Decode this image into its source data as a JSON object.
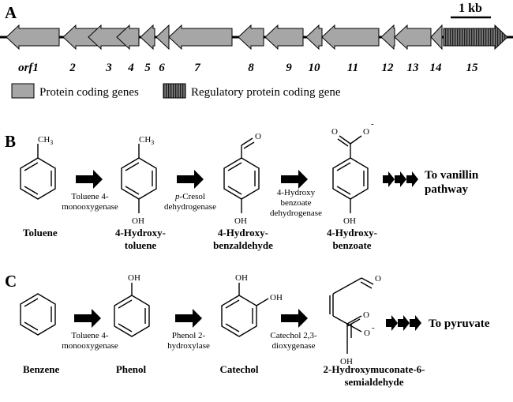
{
  "panels": {
    "a": "A",
    "b": "B",
    "c": "C"
  },
  "gene_cluster": {
    "scale_bar_label": "1 kb",
    "genes": [
      {
        "label": "orf1",
        "type": "protein",
        "direction": "left"
      },
      {
        "label": "2",
        "type": "protein",
        "direction": "left"
      },
      {
        "label": "3",
        "type": "protein",
        "direction": "left"
      },
      {
        "label": "4",
        "type": "protein",
        "direction": "left"
      },
      {
        "label": "5",
        "type": "protein",
        "direction": "left"
      },
      {
        "label": "6",
        "type": "protein",
        "direction": "left"
      },
      {
        "label": "7",
        "type": "protein",
        "direction": "left"
      },
      {
        "label": "8",
        "type": "protein",
        "direction": "left"
      },
      {
        "label": "9",
        "type": "protein",
        "direction": "left"
      },
      {
        "label": "10",
        "type": "protein",
        "direction": "left"
      },
      {
        "label": "11",
        "type": "protein",
        "direction": "left"
      },
      {
        "label": "12",
        "type": "protein",
        "direction": "left"
      },
      {
        "label": "13",
        "type": "protein",
        "direction": "left"
      },
      {
        "label": "14",
        "type": "protein",
        "direction": "left"
      },
      {
        "label": "15",
        "type": "regulatory",
        "direction": "right"
      }
    ],
    "legend": {
      "protein": "Protein coding genes",
      "regulatory": "Regulatory protein coding gene"
    }
  },
  "pathway_b": {
    "compounds": [
      {
        "name_1": "Toluene",
        "name_2": ""
      },
      {
        "name_1": "4-Hydroxy-",
        "name_2": "toluene"
      },
      {
        "name_1": "4-Hydroxy-",
        "name_2": "benzaldehyde"
      },
      {
        "name_1": "4-Hydroxy-",
        "name_2": "benzoate"
      }
    ],
    "enzymes": [
      {
        "line_1": "Toluene 4-",
        "line_2": "monooxygenase",
        "line_3": ""
      },
      {
        "line_1_italic": "p",
        "line_1": "-Cresol",
        "line_2": "dehydrogenase",
        "line_3": ""
      },
      {
        "line_1": "4-Hydroxy",
        "line_2": "benzoate",
        "line_3": "dehydrogenase"
      }
    ],
    "destination_1": "To vanillin",
    "destination_2": "pathway"
  },
  "pathway_c": {
    "compounds": [
      {
        "name_1": "Benzene",
        "name_2": ""
      },
      {
        "name_1": "Phenol",
        "name_2": ""
      },
      {
        "name_1": "Catechol",
        "name_2": ""
      },
      {
        "name_1": "2-Hydroxymuconate-6-",
        "name_2": "semialdehyde"
      }
    ],
    "enzymes": [
      {
        "line_1": "Toluene 4-",
        "line_2": "monooxygenase"
      },
      {
        "line_1": "Phenol 2-",
        "line_2": "hydroxylase"
      },
      {
        "line_1": "Catechol 2,3-",
        "line_2": "dioxygenase"
      }
    ],
    "destination": "To pyruvate"
  },
  "atoms": {
    "methyl": "CH",
    "methyl_sub": "3",
    "hydroxyl": "OH",
    "oxygen": "O",
    "charge": "-"
  },
  "colors": {
    "gene_fill": "#a6a6a6",
    "regulatory_fill": "#6e6e6e",
    "regulatory_stripe": "#222222",
    "line": "#000000"
  }
}
